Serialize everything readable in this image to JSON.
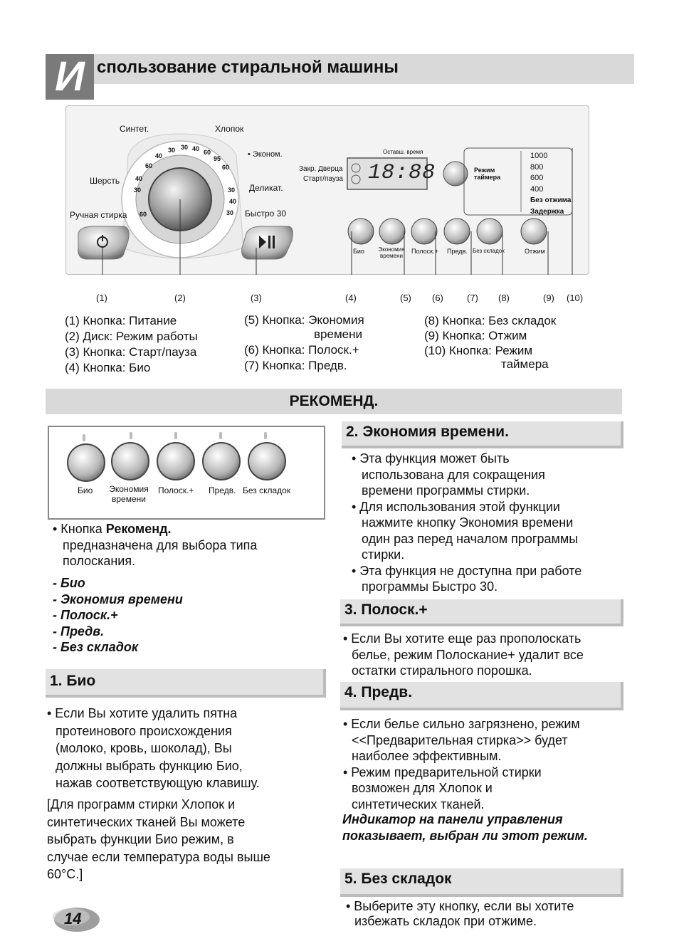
{
  "header": {
    "letter": "И",
    "title": "спользование стиральной машины"
  },
  "panel": {
    "labels": {
      "synthetic": "Синтет.",
      "cotton": "Хлопок",
      "eco": "• Эконом.",
      "wool": "Шерсть",
      "delicate": "Деликат.",
      "handwash": "Ручная стирка",
      "quick30": "Быстро 30",
      "door_lock": "Закр. Дверца",
      "start_pause": "Старт/пауза",
      "remaining_time": "Оставш. время",
      "display": "18:88",
      "timer": "Режим таймера",
      "spin_values": [
        "1000",
        "800",
        "600",
        "400",
        "Без отжима",
        "Задержка"
      ],
      "buttons": [
        "Био",
        "Экономия времени",
        "Полоск.+",
        "Предв.",
        "Без складок",
        "Отжим"
      ]
    },
    "dial_numbers": [
      "60",
      "40",
      "30",
      "30",
      "40",
      "60",
      "95",
      "60",
      "30",
      "40",
      "30",
      "40",
      "30",
      "60"
    ],
    "callouts": [
      "(1)",
      "(2)",
      "(3)",
      "(4)",
      "(5)",
      "(6)",
      "(7)",
      "(8)",
      "(9)",
      "(10)"
    ]
  },
  "captions": {
    "col1": [
      "(1) Кнопка: Питание",
      "(2) Диск: Режим работы",
      "(3) Кнопка: Старт/пауза",
      "(4) Кнопка: Био"
    ],
    "col2": [
      "(5) Кнопка: Экономия",
      "времени",
      "(6) Кнопка: Полоск.+",
      "(7) Кнопка: Предв."
    ],
    "col3": [
      "(8) Кнопка: Без складок",
      "(9) Кнопка: Отжим",
      "(10) Кнопка: Режим",
      "таймера"
    ]
  },
  "section": {
    "title": "РЕКОМЕНД."
  },
  "small_panel": {
    "buttons": [
      "Био",
      "Экономия времени",
      "Полоск.+",
      "Предв.",
      "Без складок"
    ]
  },
  "left": {
    "intro_prefix": "• Кнопка ",
    "intro_bold": "Рекоменд.",
    "intro_rest_1": "предназначена для выбора типа",
    "intro_rest_2": "полоскания.",
    "list": [
      "- Био",
      "- Экономия времени",
      "- Полоск.+",
      "- Предв.",
      "- Без складок"
    ],
    "bio_heading": "1. Био",
    "bio_text": [
      "• Если Вы хотите удалить пятна",
      "протеинового происхождения",
      "(молоко, кровь, шоколад), Вы",
      "должны выбрать функцию Био,",
      "нажав соответствующую клавишу."
    ],
    "bio_note": [
      "[Для программ стирки Хлопок и",
      "синтетических тканей Вы можете",
      "выбрать функции Био режим, в",
      "случае если температура воды выше",
      "60°C.]"
    ]
  },
  "right": {
    "s2_heading": "2.  Экономия времени.",
    "s2_text": [
      "• Эта функция может быть",
      "использована для сокращения",
      "времени программы стирки.",
      "• Для использования этой функции",
      "нажмите кнопку Экономия времени",
      "один раз перед началом программы",
      "стирки.",
      "• Эта функция не доступна при работе",
      "программы Быстро 30."
    ],
    "s3_heading": "3. Полоск.+",
    "s3_text": [
      "• Если Вы хотите еще раз прополоскать",
      "белье, режим Полоскание+ удалит  все",
      "остатки стирального порошка."
    ],
    "s4_heading": "4. Предв.",
    "s4_text": [
      "• Если белье сильно загрязнено, режим",
      "<<Предварительная стирка>> будет",
      "наиболее эффективным.",
      "• Режим предварительной стирки",
      "возможен для Хлопок и",
      "синтетических тканей."
    ],
    "s4_bold": [
      "Индикатор на панели управления",
      "показывает, выбран ли этот режим."
    ],
    "s5_heading": "5. Без складок",
    "s5_text": [
      "• Выберите эту кнопку, если вы хотите",
      "избежать складок при отжиме."
    ]
  },
  "page_number": "14"
}
